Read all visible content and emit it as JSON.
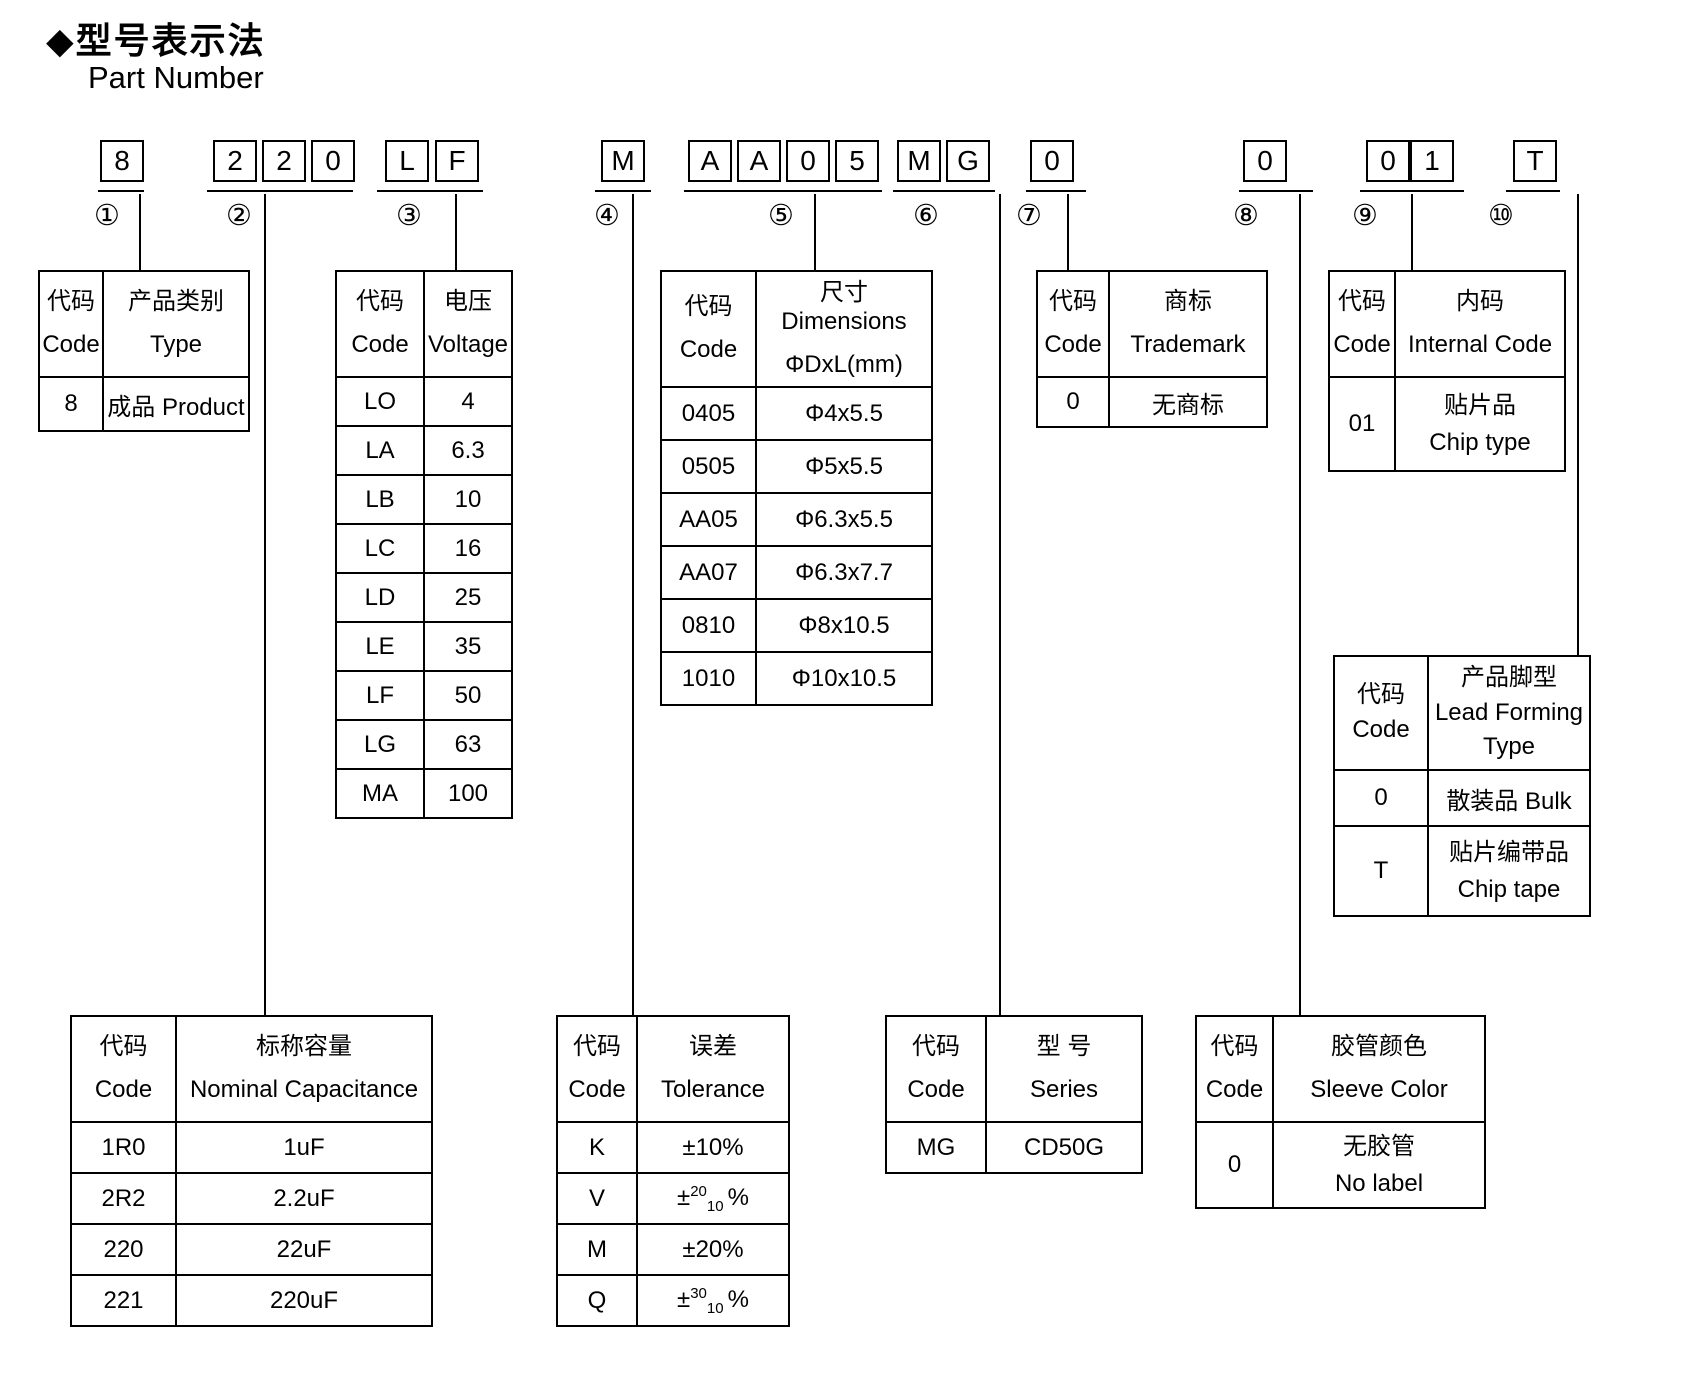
{
  "title": {
    "zh": "◆型号表示法",
    "en": "Part Number"
  },
  "part_number": {
    "groups": [
      {
        "marker": "①",
        "chars": [
          "8"
        ]
      },
      {
        "marker": "②",
        "chars": [
          "2",
          "2",
          "0"
        ]
      },
      {
        "marker": "③",
        "chars": [
          "L",
          "F"
        ]
      },
      {
        "marker": "④",
        "chars": [
          "M"
        ]
      },
      {
        "marker": "⑤",
        "chars": [
          "A",
          "A",
          "0",
          "5"
        ]
      },
      {
        "marker": "⑥",
        "chars": [
          "M",
          "G"
        ]
      },
      {
        "marker": "⑦",
        "chars": [
          "0"
        ]
      },
      {
        "marker": "⑧",
        "chars": [
          "0"
        ]
      },
      {
        "marker": "⑨",
        "chars": [
          "0",
          "1"
        ]
      },
      {
        "marker": "⑩",
        "chars": [
          "T"
        ]
      }
    ]
  },
  "tables": {
    "product": {
      "header": {
        "c1a": "代码",
        "c1b": "Code",
        "c2a": "产品类别",
        "c2b": "Type"
      },
      "row": {
        "code": "8",
        "value": "成品 Product"
      }
    },
    "voltage": {
      "header": {
        "c1a": "代码",
        "c1b": "Code",
        "c2a": "电压",
        "c2b": "Voltage"
      },
      "rows": [
        {
          "code": "LO",
          "value": "4"
        },
        {
          "code": "LA",
          "value": "6.3"
        },
        {
          "code": "LB",
          "value": "10"
        },
        {
          "code": "LC",
          "value": "16"
        },
        {
          "code": "LD",
          "value": "25"
        },
        {
          "code": "LE",
          "value": "35"
        },
        {
          "code": "LF",
          "value": "50"
        },
        {
          "code": "LG",
          "value": "63"
        },
        {
          "code": "MA",
          "value": "100"
        }
      ]
    },
    "dimensions": {
      "header": {
        "c1a": "代码",
        "c1b": "Code",
        "c2a": "尺寸 Dimensions",
        "c2b": "ΦDxL(mm)"
      },
      "rows": [
        {
          "code": "0405",
          "value": "Φ4x5.5"
        },
        {
          "code": "0505",
          "value": "Φ5x5.5"
        },
        {
          "code": "AA05",
          "value": "Φ6.3x5.5"
        },
        {
          "code": "AA07",
          "value": "Φ6.3x7.7"
        },
        {
          "code": "0810",
          "value": "Φ8x10.5"
        },
        {
          "code": "1010",
          "value": "Φ10x10.5"
        }
      ]
    },
    "trademark": {
      "header": {
        "c1a": "代码",
        "c1b": "Code",
        "c2a": "商标",
        "c2b": "Trademark"
      },
      "row": {
        "code": "0",
        "value": "无商标"
      }
    },
    "internal": {
      "header": {
        "c1a": "代码",
        "c1b": "Code",
        "c2a": "内码",
        "c2b": "Internal Code"
      },
      "row": {
        "code": "01",
        "value_zh": "贴片品",
        "value_en": "Chip type"
      }
    },
    "lead_forming": {
      "header": {
        "c1a": "代码",
        "c1b": "Code",
        "c2a": "产品脚型",
        "c2b": "Lead Forming",
        "c2c": "Type"
      },
      "rows": [
        {
          "code": "0",
          "value_zh": "散装品 Bulk",
          "value_en": ""
        },
        {
          "code": "T",
          "value_zh": "贴片编带品",
          "value_en": "Chip tape"
        }
      ]
    },
    "capacitance": {
      "header": {
        "c1a": "代码",
        "c1b": "Code",
        "c2a": "标称容量",
        "c2b": "Nominal Capacitance"
      },
      "rows": [
        {
          "code": "1R0",
          "value": "1uF"
        },
        {
          "code": "2R2",
          "value": "2.2uF"
        },
        {
          "code": "220",
          "value": "22uF"
        },
        {
          "code": "221",
          "value": "220uF"
        }
      ]
    },
    "tolerance": {
      "header": {
        "c1a": "代码",
        "c1b": "Code",
        "c2a": "误差",
        "c2b": "Tolerance"
      },
      "rows": [
        {
          "code": "K",
          "value": "±10%"
        },
        {
          "code": "V",
          "pm": "±",
          "sup": "20",
          "sub": "10",
          "pct": "%"
        },
        {
          "code": "M",
          "value": "±20%"
        },
        {
          "code": "Q",
          "pm": "±",
          "sup": "30",
          "sub": "10",
          "pct": "%"
        }
      ]
    },
    "series": {
      "header": {
        "c1a": "代码",
        "c1b": "Code",
        "c2a": "型 号",
        "c2b": "Series"
      },
      "row": {
        "code": "MG",
        "value": "CD50G"
      }
    },
    "sleeve": {
      "header": {
        "c1a": "代码",
        "c1b": "Code",
        "c2a": "胶管颜色",
        "c2b": "Sleeve Color"
      },
      "row": {
        "code": "0",
        "value_zh": "无胶管",
        "value_en": "No label"
      }
    }
  }
}
